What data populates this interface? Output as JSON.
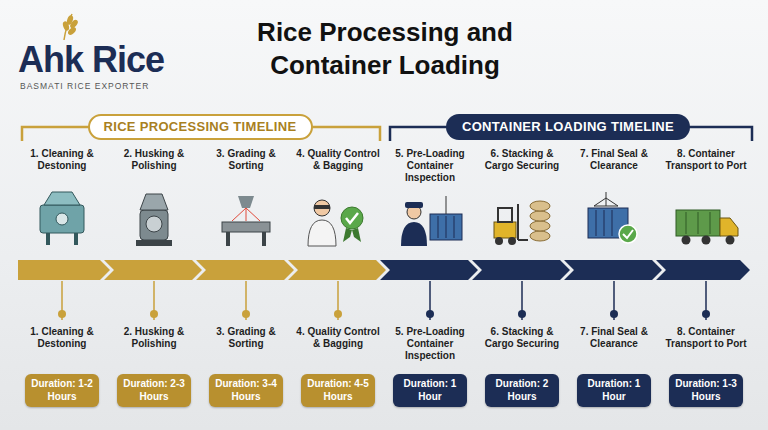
{
  "diagram": {
    "title": "Rice Processing and Container Loading",
    "nodes": [
      {
        "text": [
          "RICE PROCESSING TIMELINE"
        ]
      },
      {
        "text": [
          "CONTAINER LOADING TIMELINE"
        ]
      },
      {
        "text": [
          "Duration: 1-2 Hours"
        ]
      },
      {
        "text": [
          "Duration: 2-3 Hours"
        ]
      },
      {
        "text": [
          "Duration: 3-4 Hours"
        ]
      },
      {
        "text": [
          "Duration: 4-5 Hours"
        ]
      },
      {
        "text": [
          "Duration: 1 Hour"
        ]
      },
      {
        "text": [
          "Duration: 2 Hours"
        ]
      },
      {
        "text": [
          "Duration: 1 Hour"
        ]
      },
      {
        "text": [
          "Duration: 1-3 Hours"
        ]
      }
    ],
    "labels": [
      "Ahk Rice",
      "BASMATI RICE EXPORTER",
      "1. Cleaning & Destoning",
      "2. Husking & Polishing",
      "3. Grading & Sorting",
      "4. Quality Control & Bagging",
      "5. Pre-Loading Container Inspection",
      "6. Stacking & Cargo Securing",
      "7. Final Seal & Clearance",
      "8. Container Transport to Port",
      "1. Cleaning & Destoning",
      "2. Husking & Polishing",
      "3. Grading & Sorting",
      "4. Quality Control & Bagging",
      "5. Pre-Loading Container Inspection",
      "6. Stacking & Cargo Securing",
      "7. Final Seal & Clearance",
      "8. Container Transport to Port"
    ]
  }
}
